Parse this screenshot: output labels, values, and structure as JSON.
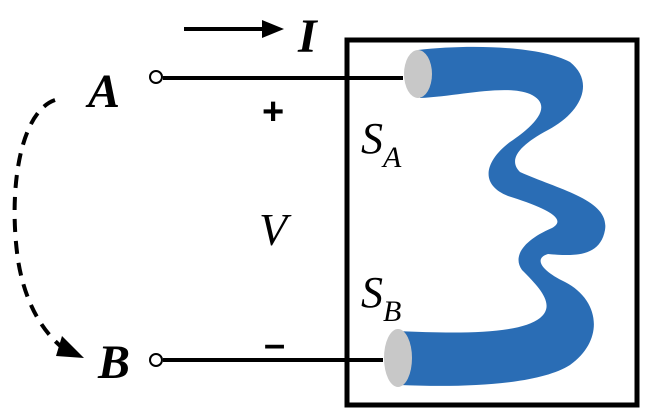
{
  "labels": {
    "current": "I",
    "terminal_a": "A",
    "terminal_b": "B",
    "plus": "+",
    "minus": "–",
    "voltage": "V",
    "surface_a": "S",
    "surface_a_sub": "A",
    "surface_b": "S",
    "surface_b_sub": "B"
  },
  "colors": {
    "conductor": "#2a6db5",
    "contact": "#c8c8c8",
    "line": "#000000"
  }
}
